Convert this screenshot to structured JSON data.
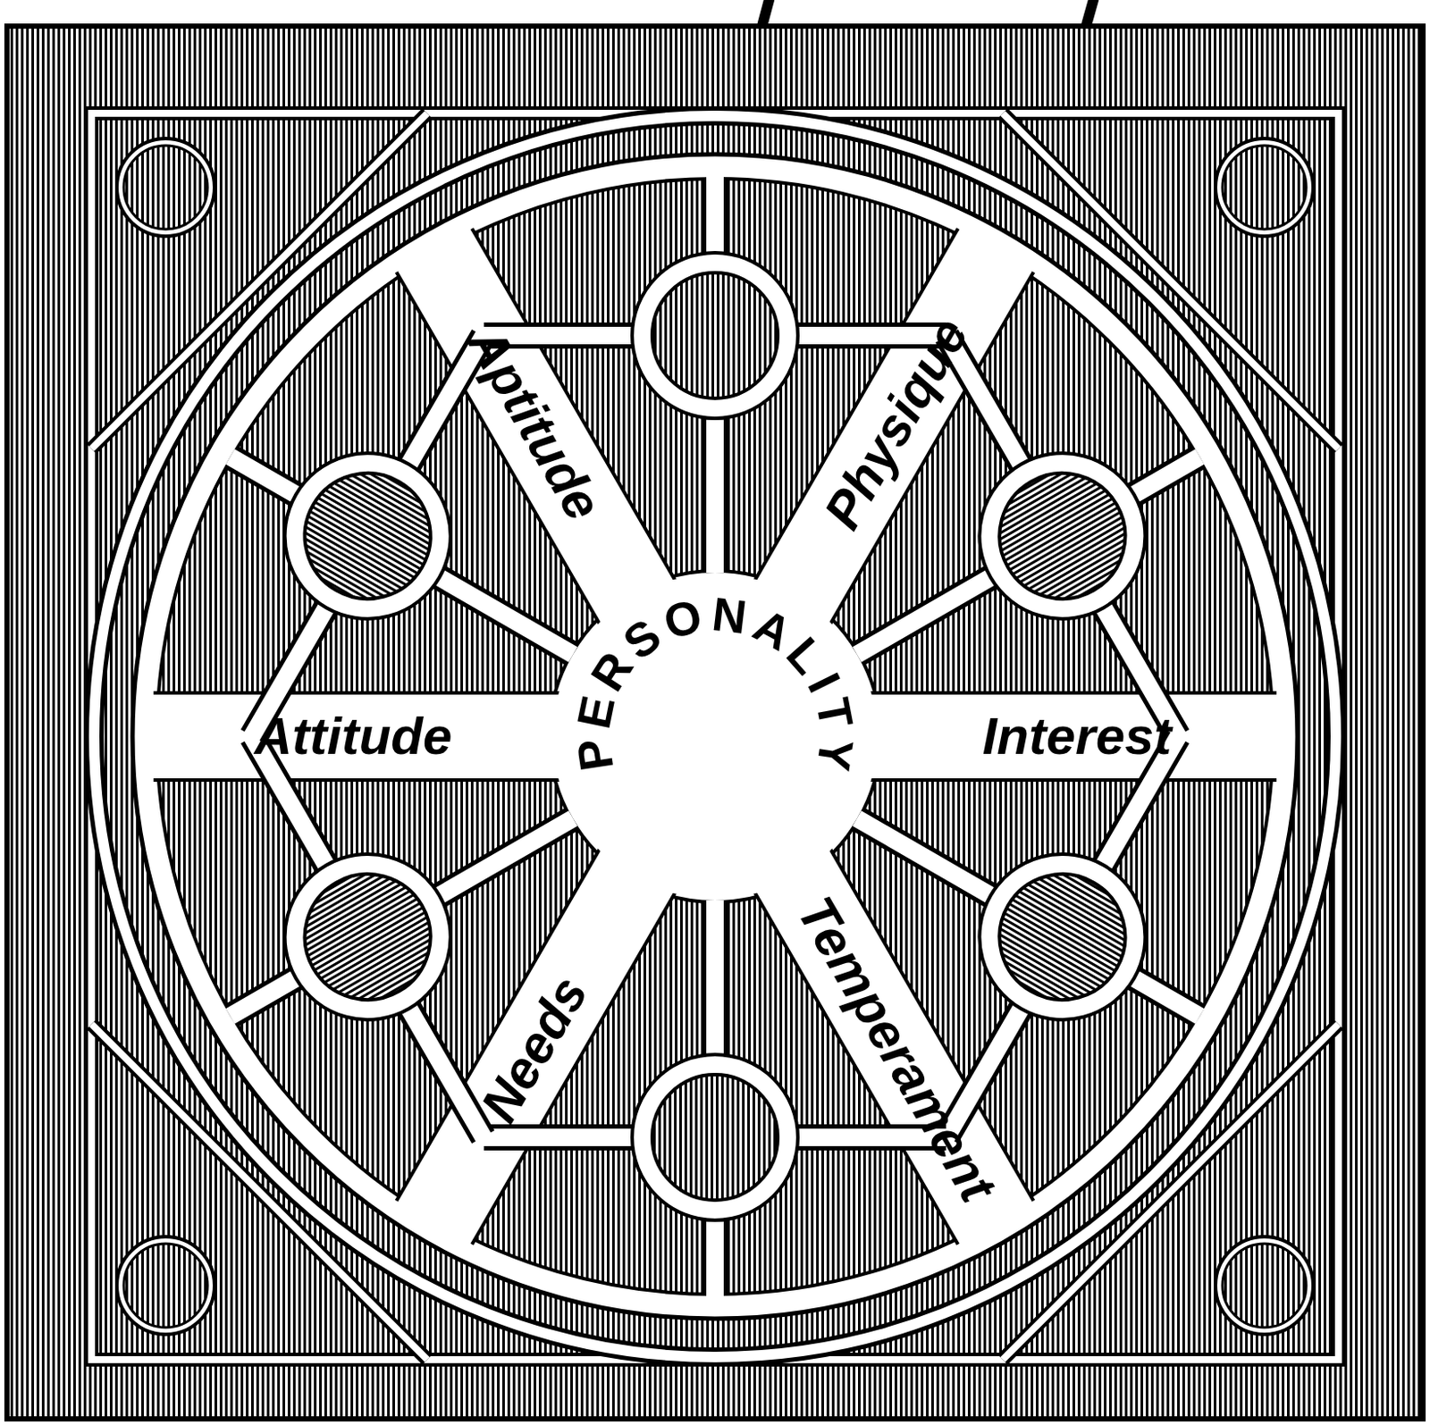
{
  "diagram": {
    "nodes": [
      {
        "text": [
          "PERSONALITY"
        ]
      },
      {
        "text": [
          "Aptitude"
        ]
      },
      {
        "text": [
          "Physique"
        ]
      },
      {
        "text": [
          "Attitude"
        ]
      },
      {
        "text": [
          "Interest"
        ]
      },
      {
        "text": [
          "Needs"
        ]
      },
      {
        "text": [
          "Temperament"
        ]
      }
    ]
  }
}
